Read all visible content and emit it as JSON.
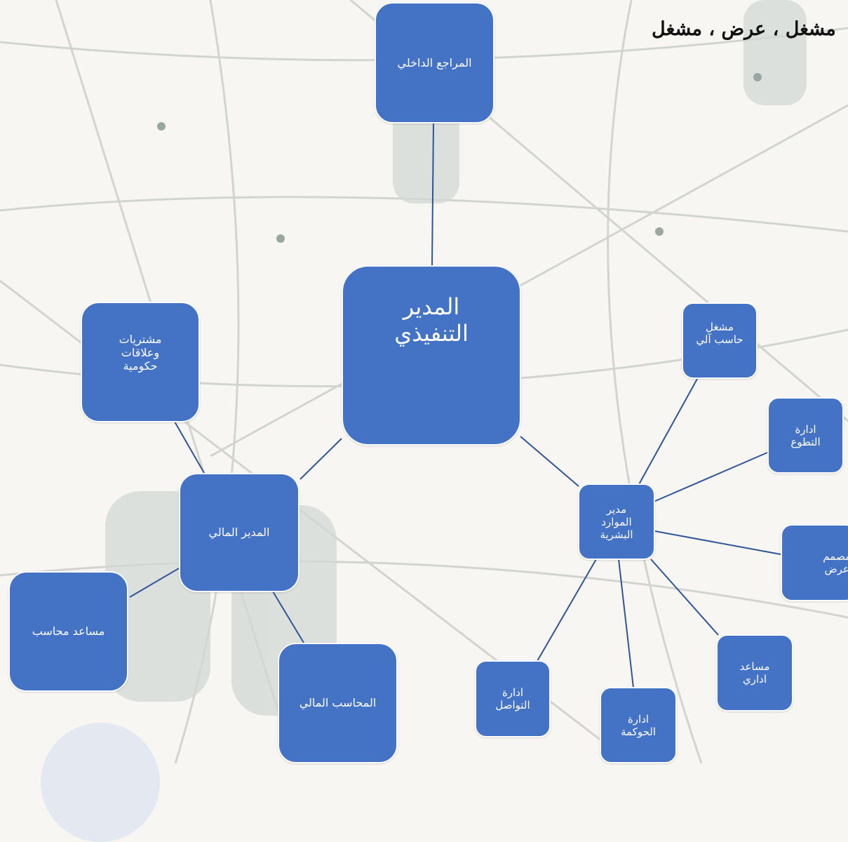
{
  "header_fragment": "مشغل ، عرض ، مشغل",
  "nodes": {
    "ceo": "المدير\nالتنفيذي",
    "internal_auditor": "المراجع الداخلي",
    "procurement": "مشتريات\nوعلاقات\nحكومية",
    "finance_manager": "المدير المالي",
    "assistant_accountant": "مساعد محاسب",
    "financial_accountant": "المحاسب المالي",
    "hr_manager": "مدير\nالموارد\nالبشرية",
    "computer_operator": "مشغل\nحاسب آلي",
    "volunteer_mgmt": "ادارة\nالتطوع",
    "presentation_designer": "مصمم\nعرض",
    "admin_assistant": "مساعد\nاداري",
    "governance_mgmt": "ادارة\nالحوكمة",
    "communication_mgmt": "ادارة\nالتواصل"
  },
  "colors": {
    "node_fill": "#4472c4",
    "node_border": "#ffffff",
    "connector": "#2f5597",
    "background": "#f7f6f2"
  }
}
